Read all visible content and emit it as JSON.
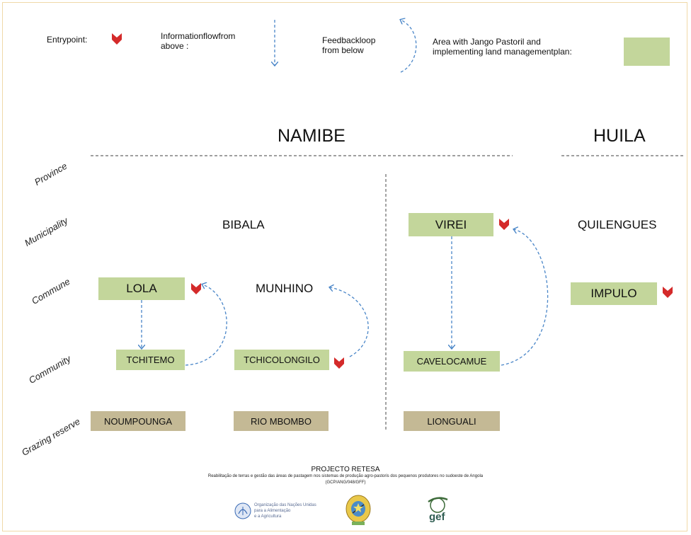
{
  "legend": {
    "entrypoint": "Entrypoint:",
    "info_flow_line1": "Informationflowfrom",
    "info_flow_line2": "above :",
    "feedback_line1": "Feedbackloop",
    "feedback_line2": "from below",
    "area_line1": "Area with Jango Pastoril and",
    "area_line2": "implementing land managementplan:"
  },
  "levels": {
    "province": "Province",
    "municipality": "Municipality",
    "commune": "Commune",
    "community": "Community",
    "grazing": "Grazing reserve"
  },
  "provinces": {
    "namibe": "NAMIBE",
    "huila": "HUILA"
  },
  "municipalities": {
    "bibala": "BIBALA",
    "virei": "VIREI",
    "quilengues": "QUILENGUES"
  },
  "communes": {
    "lola": "LOLA",
    "munhino": "MUNHINO",
    "impulo": "IMPULO"
  },
  "communities": {
    "tchitemo": "TCHITEMO",
    "tchicolongilo": "TCHICOLONGILO",
    "cavelocamue": "CAVELOCAMUE"
  },
  "reserves": {
    "noumpounga": "NOUMPOUNGA",
    "rio_mbombo": "RIO MBOMBO",
    "lionguali": "LIONGUALI"
  },
  "footer": {
    "title": "PROJECTO RETESA",
    "subtitle": "Reabilitação de terras e gestão das áreas de pastagem nos sistemas de produção agro-pastoris dos pequenos produtores no sudoeste de Angola",
    "code": "(GCP/ANG/048/GFF)",
    "fao_line1": "Organização das Nações Unidas",
    "fao_line2": "para a Alimentação",
    "fao_line3": "e a Agricultura",
    "gef": "gef"
  },
  "colors": {
    "green_box": "#c3d69b",
    "tan_box": "#c4b995",
    "arrow_blue": "#4a86c8",
    "marker_red": "#d42a2a",
    "divider": "#666666",
    "frame": "#f0d9a8"
  }
}
